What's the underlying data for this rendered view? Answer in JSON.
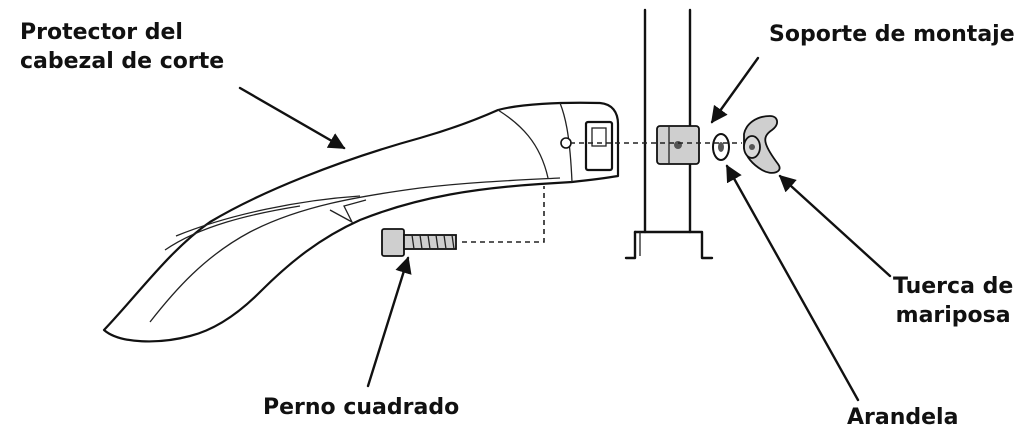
{
  "diagram": {
    "labels": {
      "protector_line1": "Protector del",
      "protector_line2": "cabezal de corte",
      "soporte": "Soporte de montaje",
      "tuerca_line1": "Tuerca de",
      "tuerca_line2": "mariposa",
      "perno": "Perno cuadrado",
      "arandela": "Arandela"
    }
  }
}
